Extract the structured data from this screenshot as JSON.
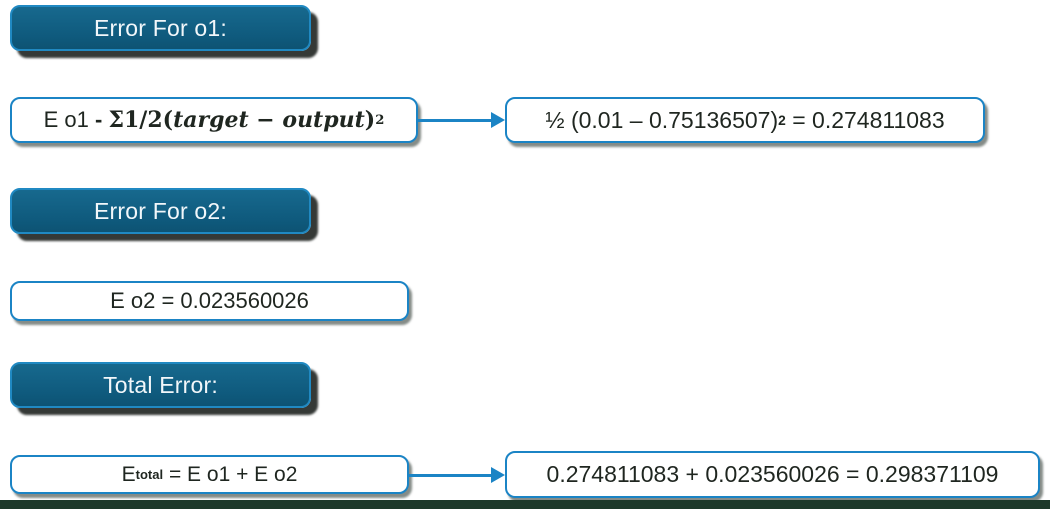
{
  "colors": {
    "background": "#ffffff",
    "accent_blue": "#1b84c5",
    "pill_fill": "#115e82",
    "pill_border": "#2089c2",
    "pill_text": "#f2f7fa",
    "formula_text": "#1f2620",
    "shadow_black": "#0b0f0c",
    "bottom_band": "#1d382a"
  },
  "pills": {
    "p1": "Error For o1:",
    "p2": "Error For o2:",
    "p3": "Total Error:"
  },
  "formula_o1": {
    "e_term": "E o1 ",
    "dash": "- ",
    "sigma": "Σ",
    "frac_open": "1/2(",
    "target": "target",
    "minus": " − ",
    "output": "output",
    "close_paren": ")",
    "sup": "2"
  },
  "result_o1": {
    "prefix": "½ (0.01 – 0.75136507)",
    "sup": "2",
    "suffix": " = 0.274811083"
  },
  "formula_o2": {
    "text": "E o2 = 0.023560026"
  },
  "formula_total": {
    "e": "E",
    "sub": "total",
    "rest": " = E o1 + E o2"
  },
  "result_total": {
    "text": "0.274811083 + 0.023560026 = 0.298371109"
  }
}
